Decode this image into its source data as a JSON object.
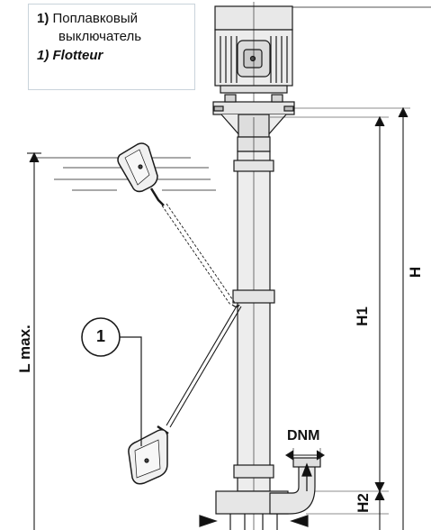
{
  "legend": {
    "number": "1)",
    "ru_line1": "Поплавковый",
    "ru_line2": "выключатель",
    "fr_line": "1) Flotteur"
  },
  "callout": {
    "number": "1"
  },
  "dimensions": {
    "l_max": "L max.",
    "h": "H",
    "h1": "H1",
    "h2": "H2",
    "dnm": "DNM"
  }
}
